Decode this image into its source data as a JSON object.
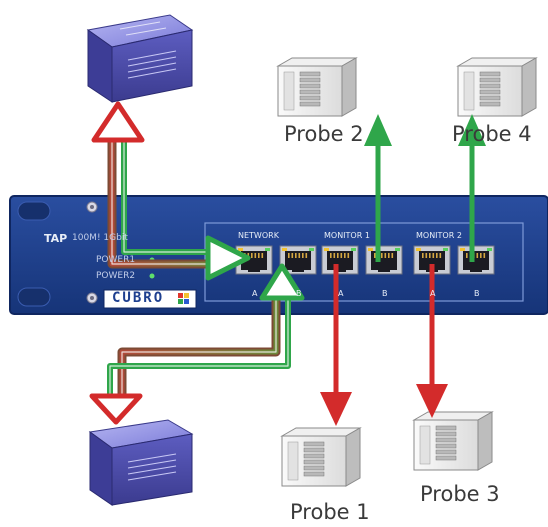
{
  "device": {
    "model_label": "TAP",
    "model_sub": "100M! 1Gbit",
    "power1_label": "POWER1",
    "power2_label": "POWER2",
    "brand": "CUBRO"
  },
  "port_groups": [
    {
      "label": "NETWORK",
      "ports": [
        "A",
        "B"
      ]
    },
    {
      "label": "MONITOR 1",
      "ports": [
        "A",
        "B"
      ]
    },
    {
      "label": "MONITOR 2",
      "ports": [
        "A",
        "B"
      ]
    }
  ],
  "probes": [
    {
      "label": "Probe 1"
    },
    {
      "label": "Probe 2"
    },
    {
      "label": "Probe 3"
    },
    {
      "label": "Probe 4"
    }
  ],
  "colors": {
    "tap_body": "#1e3f8f",
    "tap_panel": "#2a52a8",
    "arrow_green": "#2fa64a",
    "arrow_red": "#d32b2b",
    "network_path": "#8b6a3c",
    "switch_top": "#8e8ee6",
    "switch_side": "#4a4aa3"
  }
}
